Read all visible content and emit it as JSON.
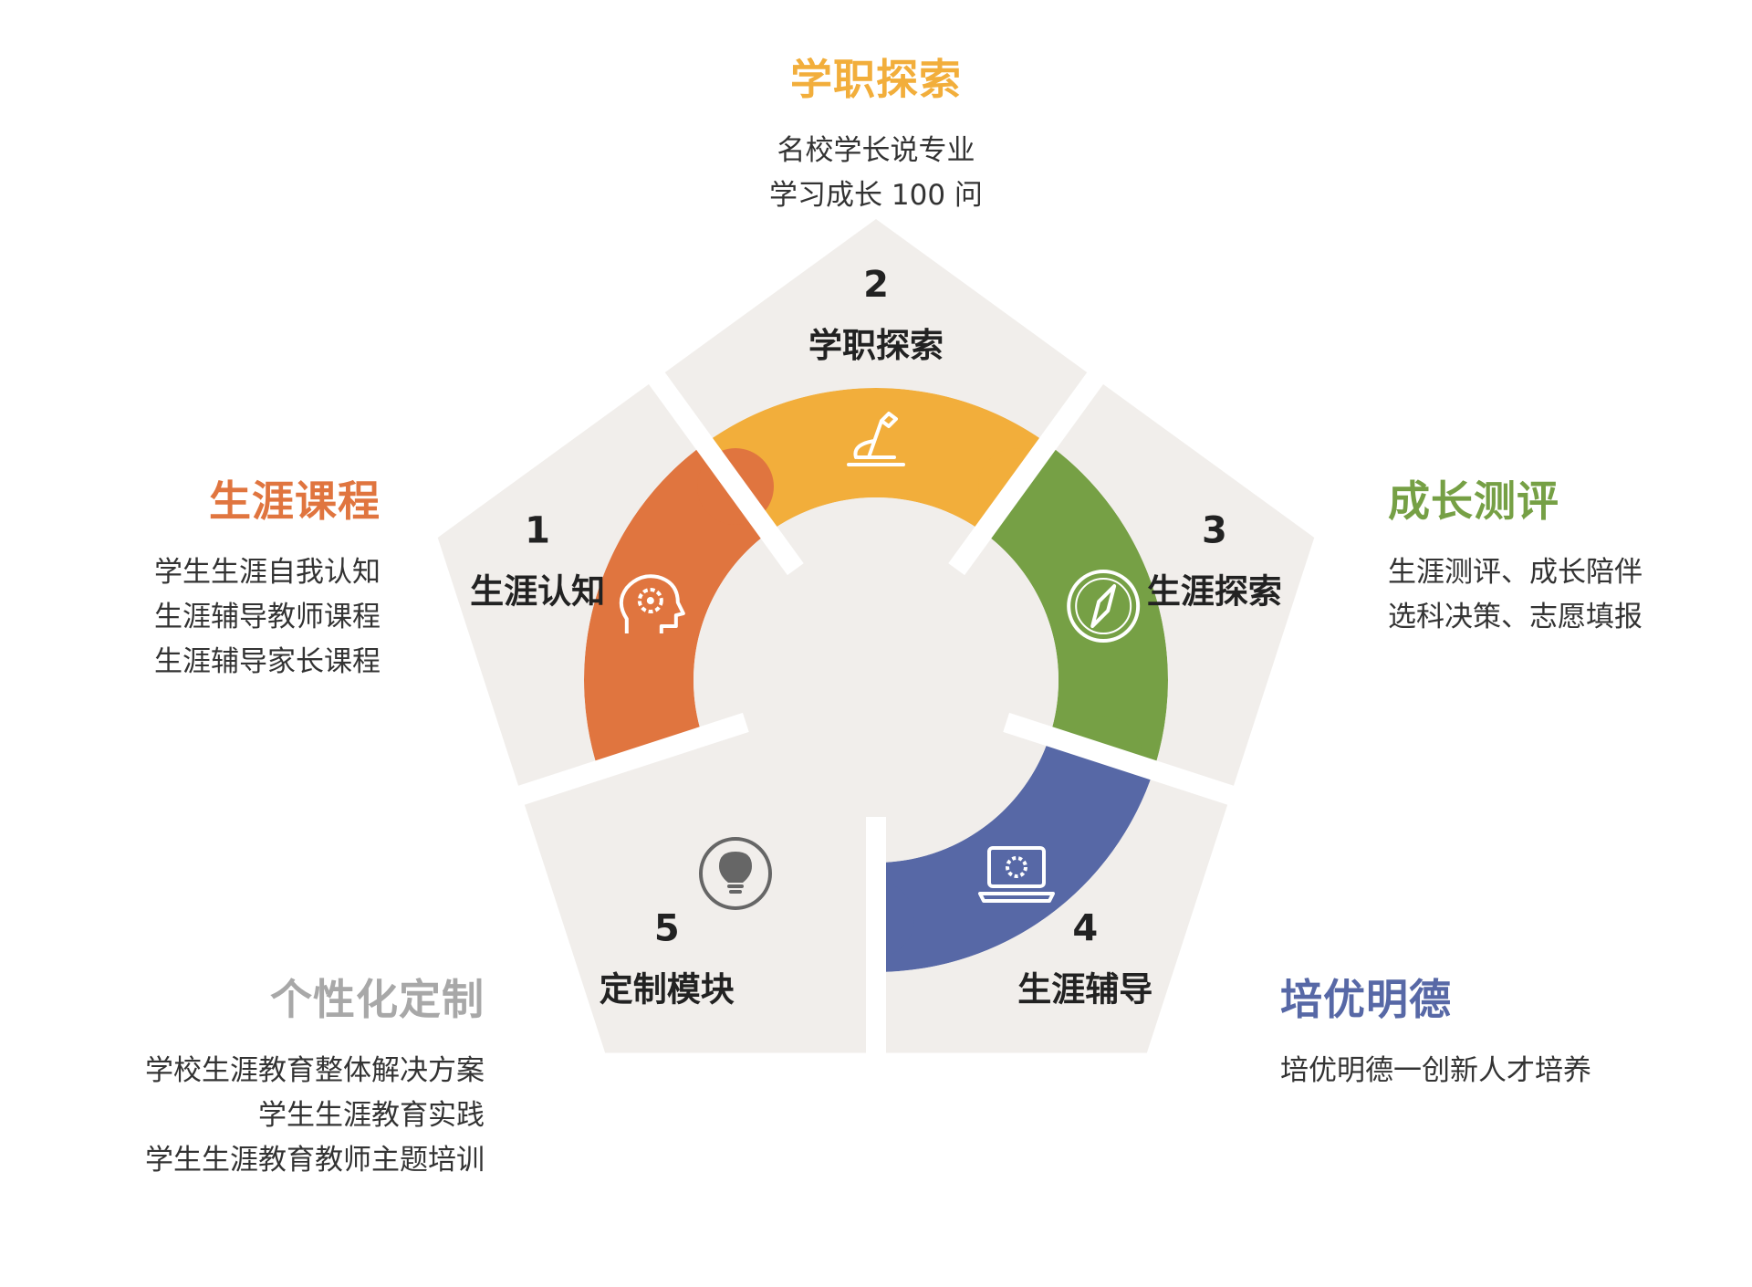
{
  "colors": {
    "panel": "#f1eeeb",
    "orange": "#e0753f",
    "yellow": "#f2ae3b",
    "green": "#76a045",
    "blue": "#5768a6",
    "gray": "#a8a8a8",
    "dark": "#222222"
  },
  "segments": [
    {
      "num": "1",
      "label": "生涯认知",
      "color": "orange",
      "icon": "head-gear-icon"
    },
    {
      "num": "2",
      "label": "学职探索",
      "color": "yellow",
      "icon": "microscope-icon"
    },
    {
      "num": "3",
      "label": "生涯探索",
      "color": "green",
      "icon": "compass-icon"
    },
    {
      "num": "4",
      "label": "生涯辅导",
      "color": "blue",
      "icon": "laptop-gear-icon"
    },
    {
      "num": "5",
      "label": "定制模块",
      "color": "gray",
      "icon": "lightbulb-icon"
    }
  ],
  "sides": {
    "top": {
      "title": "学职探索",
      "color": "#f2ae3b",
      "lines": [
        "名校学长说专业",
        "学习成长 100 问"
      ]
    },
    "left": {
      "title": "生涯课程",
      "color": "#e0753f",
      "lines": [
        "学生生涯自我认知",
        "生涯辅导教师课程",
        "生涯辅导家长课程"
      ]
    },
    "right": {
      "title": "成长测评",
      "color": "#76a045",
      "lines": [
        "生涯测评、成长陪伴",
        "选科决策、志愿填报"
      ]
    },
    "bottom_left": {
      "title": "个性化定制",
      "color": "#a8a8a8",
      "lines": [
        "学校生涯教育整体解决方案",
        "学生生涯教育实践",
        "学生生涯教育教师主题培训"
      ]
    },
    "bottom_right": {
      "title": "培优明德",
      "color": "#5768a6",
      "lines": [
        "培优明德一创新人才培养"
      ]
    }
  }
}
